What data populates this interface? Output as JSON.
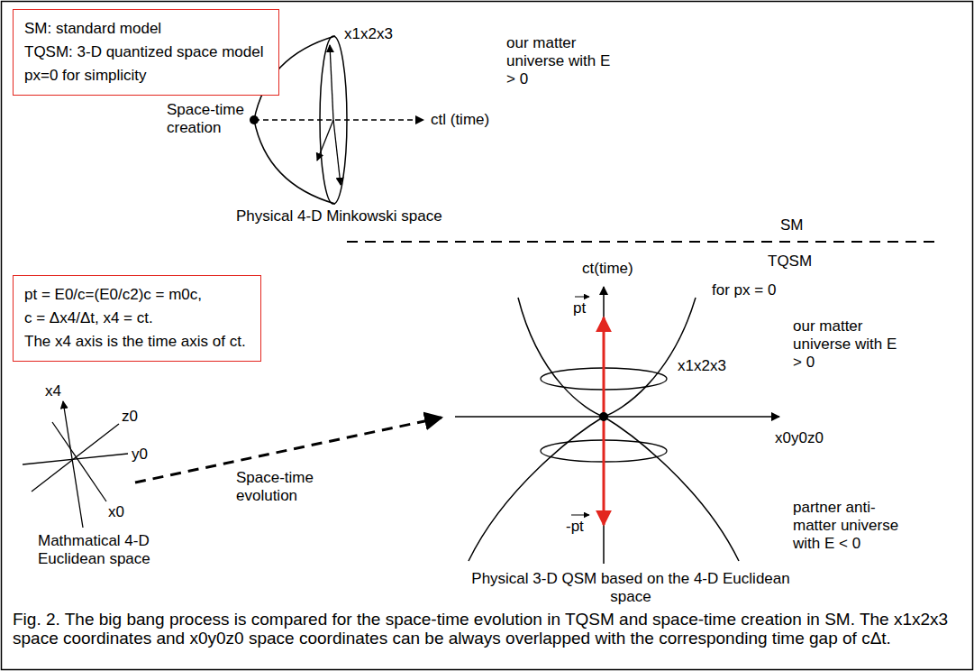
{
  "diagram": {
    "caption": "Fig. 2. The big bang process is compared for the space-time evolution in TQSM and space-time creation in SM. The x1x2x3 space coordinates and x0y0z0 space coordinates can be always overlapped with the corresponding time gap of cΔt.",
    "nodes": [
      {
        "text": [
          "SM: standard model",
          "TQSM: 3-D quantized space model",
          "px=0 for simplicity"
        ]
      },
      {
        "text": [
          "pt = E0/c=(E0/c2)c = m0c,",
          "c = Δx4/Δt, x4 = ct.",
          "The x4 axis is the time axis of ct."
        ]
      }
    ],
    "labels": [
      "Space-time creation",
      "x1x2x3",
      "ctl (time)",
      "our matter universe with E > 0",
      "Physical 4-D Minkowski space",
      "SM",
      "TQSM",
      "x4",
      "z0",
      "y0",
      "x0",
      "Mathmatical 4-D Euclidean space",
      "Space-time evolution",
      "ct(time)",
      "pt",
      "for px = 0",
      "our matter universe with E > 0",
      "x1x2x3",
      "x0y0z0",
      "-pt",
      "partner anti-matter universe with E < 0",
      "Physical 3-D QSM based on the 4-D Euclidean space"
    ]
  }
}
